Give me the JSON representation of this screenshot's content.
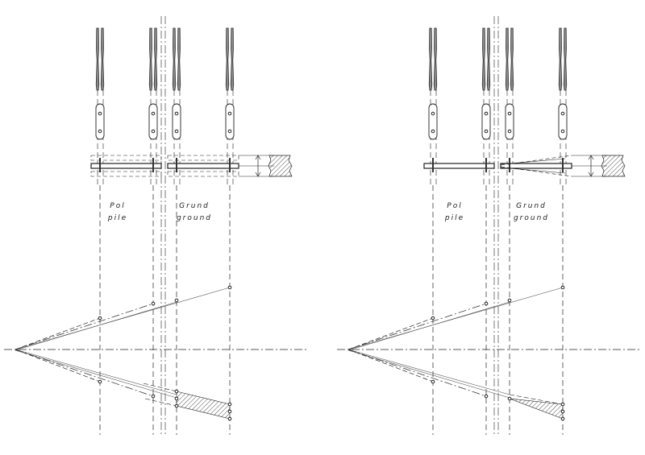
{
  "panels": [
    {
      "id": "left",
      "variant": "parallel",
      "pile_label": "Pol",
      "pile_label_en": "pile",
      "ground_label": "Grund",
      "ground_label_en": "ground"
    },
    {
      "id": "right",
      "variant": "angled",
      "pile_label": "Pol",
      "pile_label_en": "pile",
      "ground_label": "Grund",
      "ground_label_en": "ground"
    }
  ],
  "colors": {
    "line": "#222222",
    "thin": "#555555",
    "background": "#ffffff"
  }
}
